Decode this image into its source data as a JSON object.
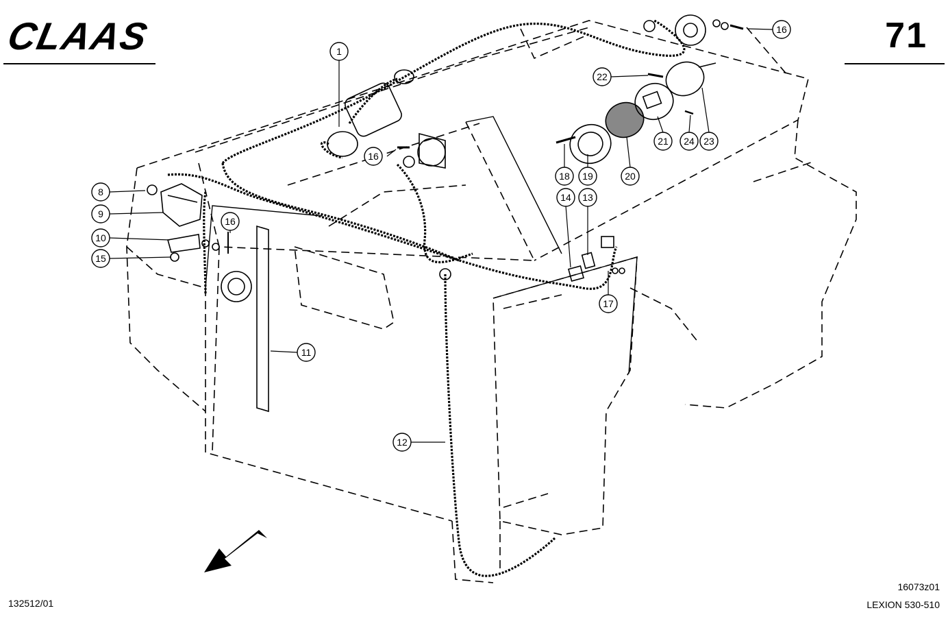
{
  "header": {
    "brand": "CLAAS",
    "page_number": "71"
  },
  "footer": {
    "document_id": "132512/01",
    "figure_code": "16073z01",
    "model": "LEXION 530-510"
  },
  "callouts": {
    "c1": "1",
    "c8": "8",
    "c9": "9",
    "c10": "10",
    "c15": "15",
    "c16a": "16",
    "c16b": "16",
    "c16c": "16",
    "c11": "11",
    "c12": "12",
    "c13": "13",
    "c14": "14",
    "c17": "17",
    "c18": "18",
    "c19": "19",
    "c20": "20",
    "c21": "21",
    "c22": "22",
    "c23": "23",
    "c24": "24"
  }
}
